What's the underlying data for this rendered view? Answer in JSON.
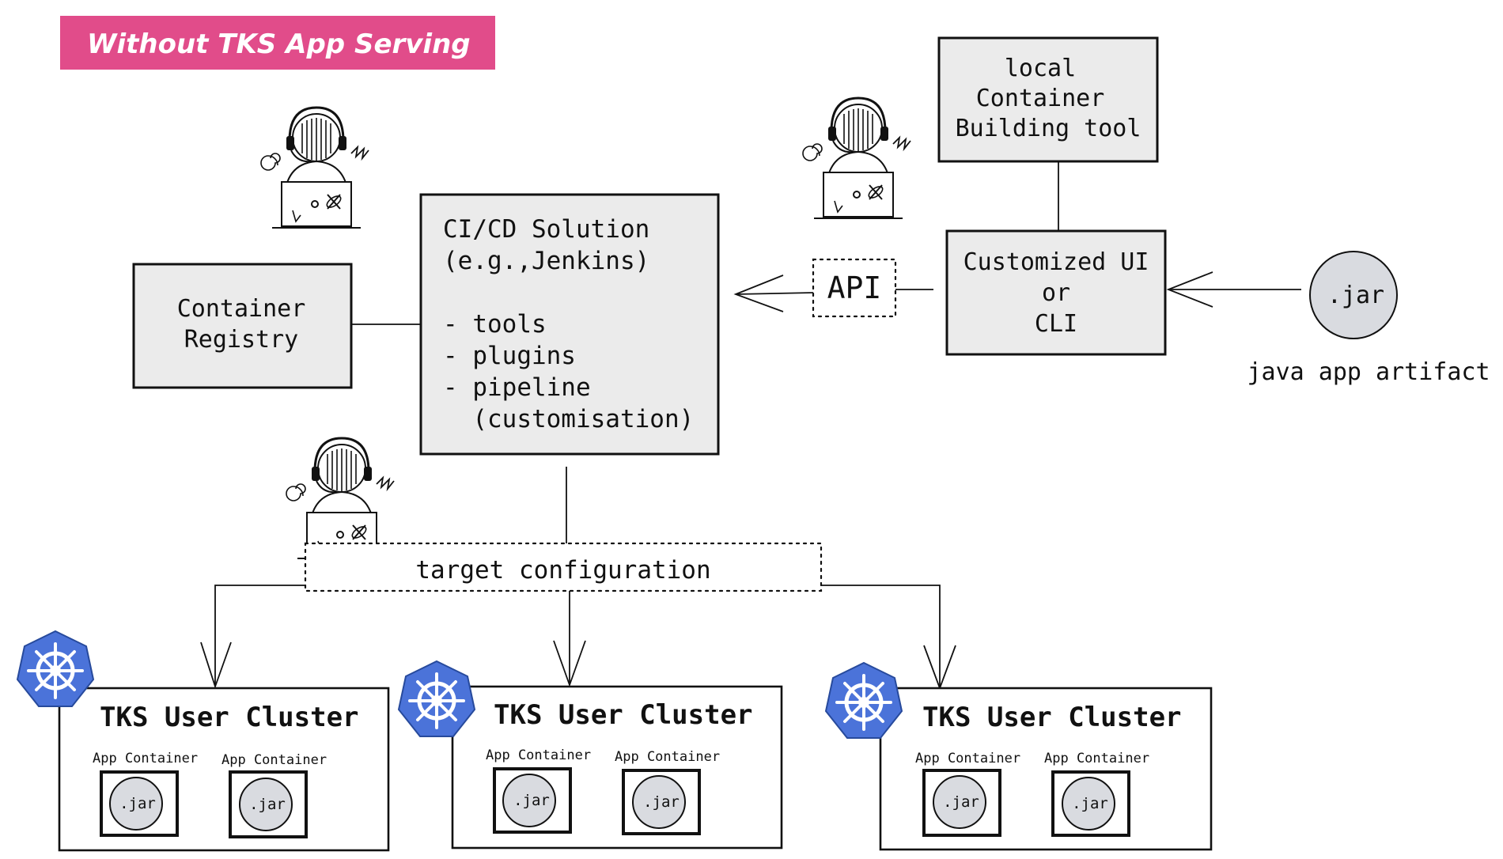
{
  "banner": {
    "title": "Without TKS App Serving",
    "color": "#e14c8a"
  },
  "boxes": {
    "local_tool": {
      "lines": [
        "local",
        "Container",
        "Building tool"
      ]
    },
    "cicd": {
      "lines": [
        "CI/CD Solution",
        "(e.g.,Jenkins)",
        "",
        "- tools",
        "- plugins",
        "- pipeline",
        "  (customisation)"
      ]
    },
    "registry": {
      "lines": [
        "Container",
        "Registry"
      ]
    },
    "custom_ui": {
      "lines": [
        "Customized UI",
        "or",
        "CLI"
      ]
    }
  },
  "api_label": "API",
  "artifact": {
    "circle_label": ".jar",
    "caption": "java app artifact"
  },
  "target_config": "target configuration",
  "clusters": [
    {
      "title": "TKS User Cluster",
      "containers": [
        {
          "label": "App Container",
          "jar": ".jar"
        },
        {
          "label": "App Container",
          "jar": ".jar"
        }
      ]
    },
    {
      "title": "TKS User Cluster",
      "containers": [
        {
          "label": "App Container",
          "jar": ".jar"
        },
        {
          "label": "App Container",
          "jar": ".jar"
        }
      ]
    },
    {
      "title": "TKS User Cluster",
      "containers": [
        {
          "label": "App Container",
          "jar": ".jar"
        },
        {
          "label": "App Container",
          "jar": ".jar"
        }
      ]
    }
  ],
  "icons": {
    "operator": "operator-with-laptop-icon",
    "kubernetes": "kubernetes-helm-icon",
    "arrow": "arrow-icon"
  },
  "colors": {
    "box_fill": "#ebebeb",
    "k8s_blue": "#4b73d9",
    "jar_fill": "#d9dbe0"
  }
}
